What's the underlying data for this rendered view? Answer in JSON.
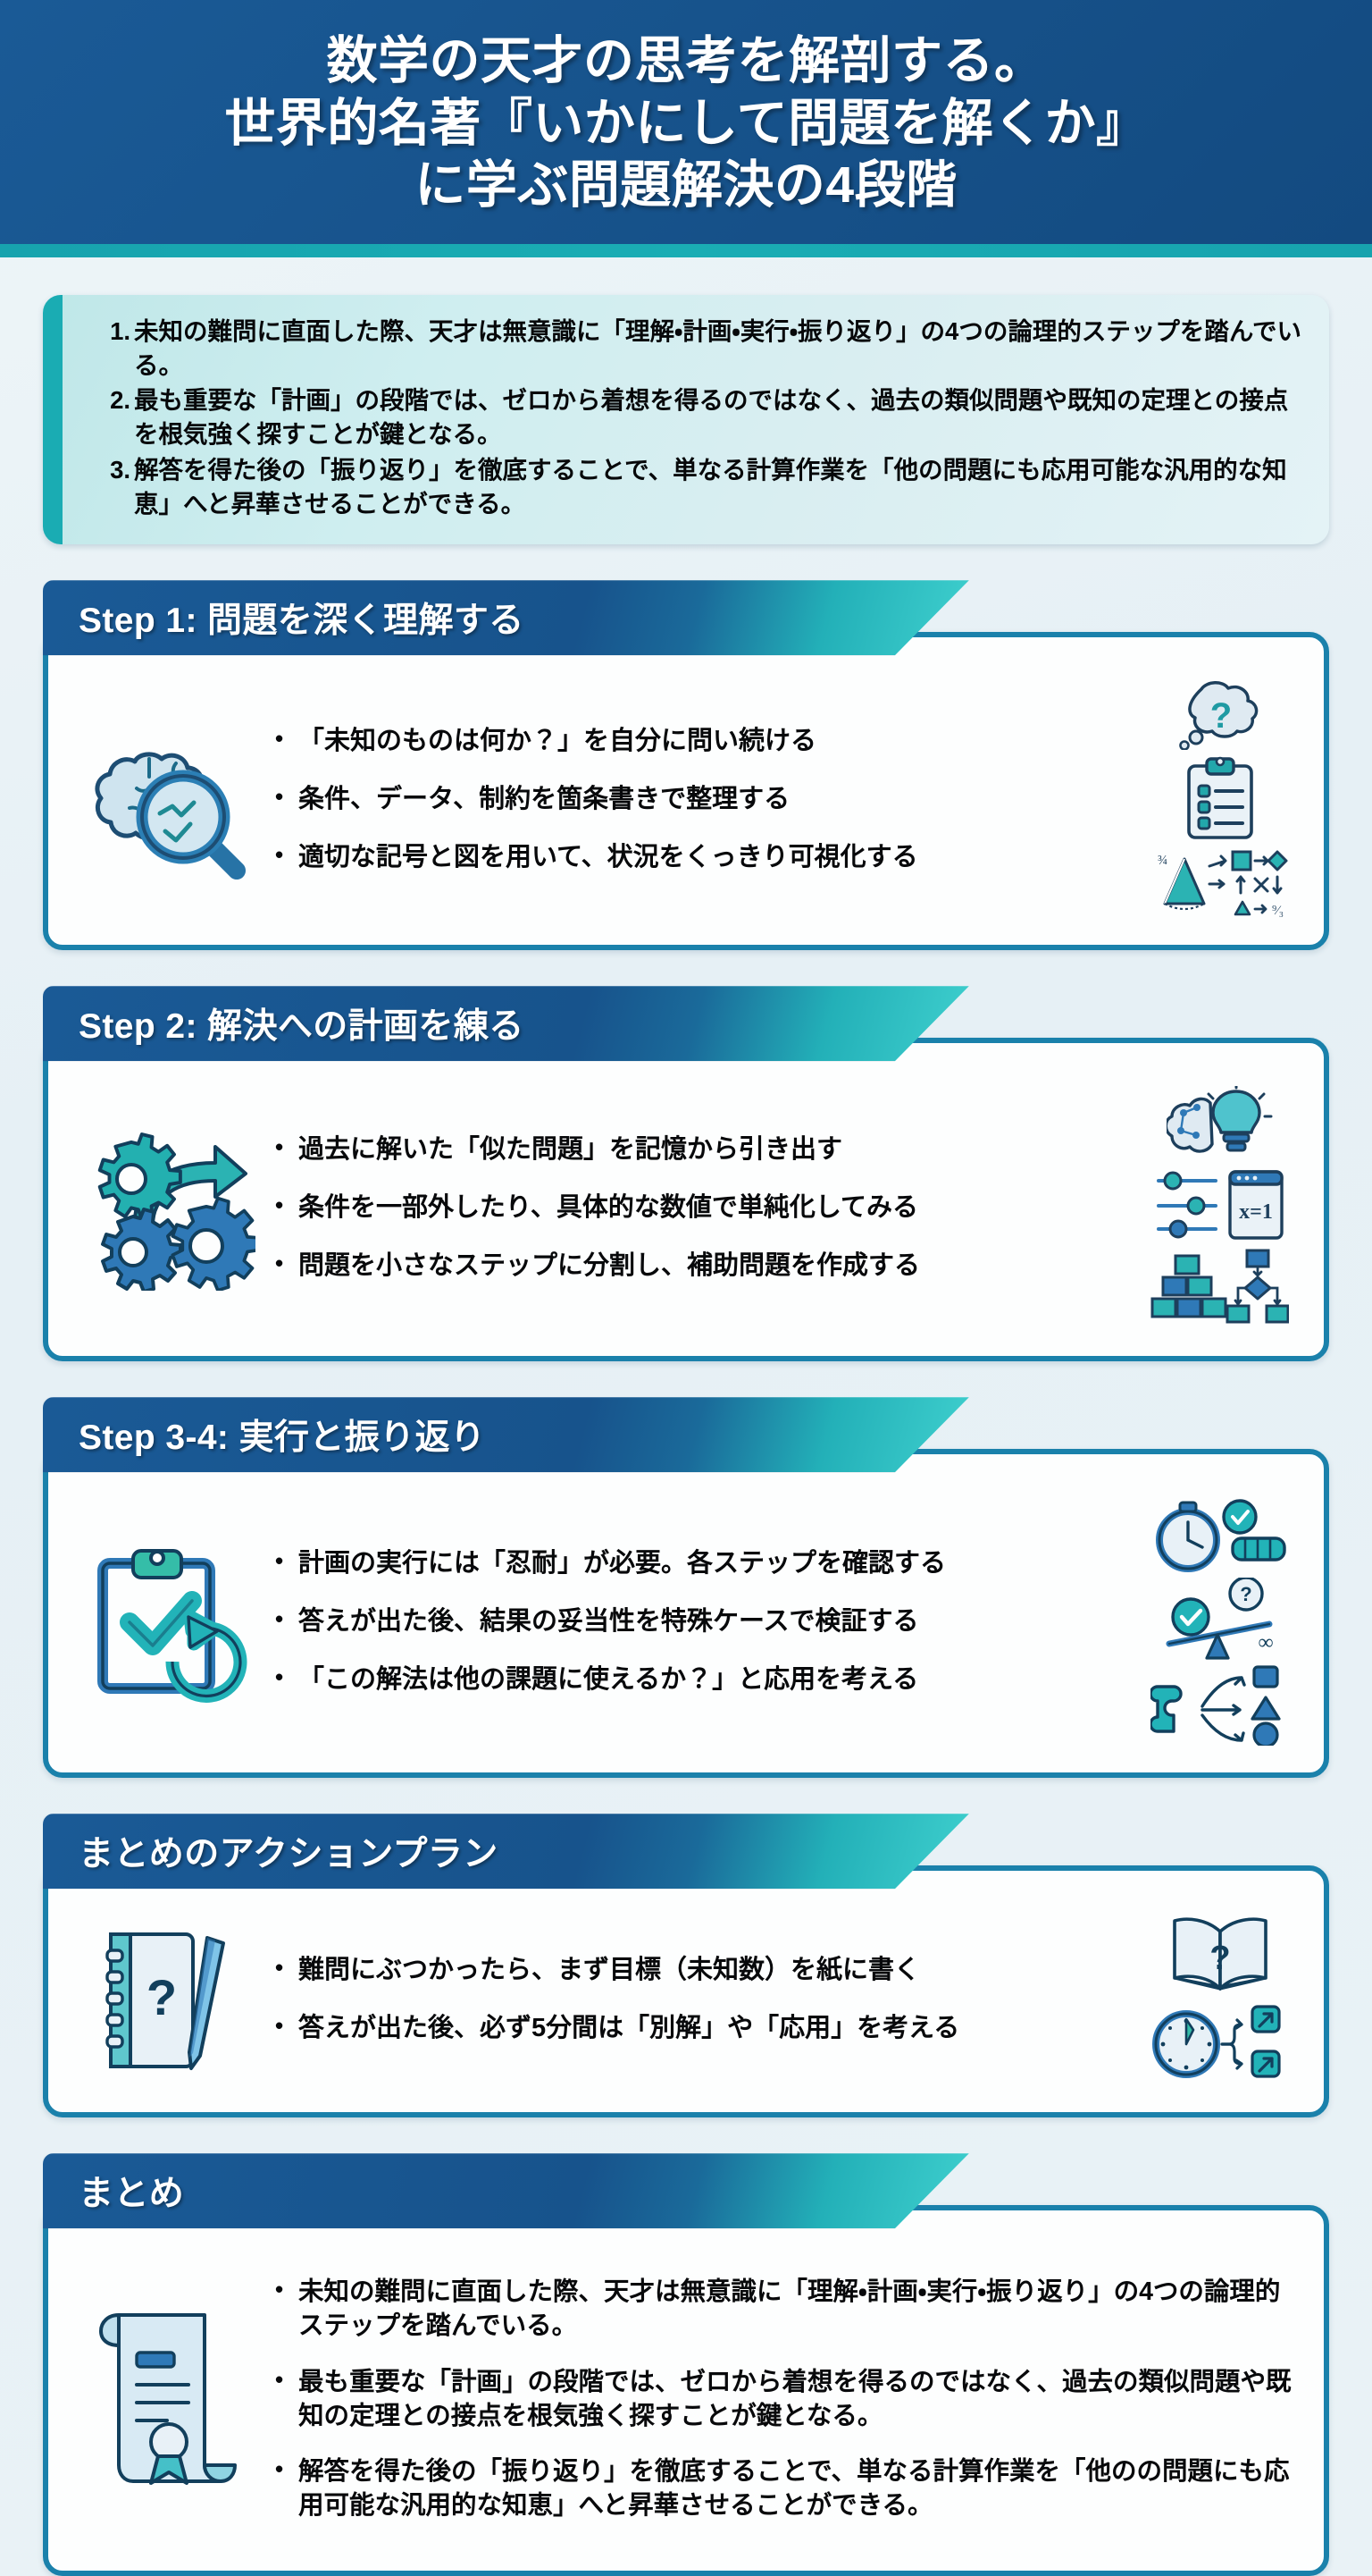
{
  "header": {
    "title": "数学の天才の思考を解剖する。\n世界的名著『いかにして問題を解くか』\nに学ぶ問題解決の4段階"
  },
  "colors": {
    "header_blue": "#17538c",
    "teal_accent": "#1aacb3",
    "card_border": "#1a81ab",
    "page_background": "#e9f2f6",
    "summary_box": "#cfeef0",
    "text": "#08090b"
  },
  "summary_top": {
    "items": [
      "未知の難問に直面した際、天才は無意識に「理解・計画・実行・振り返り」の4つの論理的ステップを踏んでいる。",
      "最も重要な「計画」の段階では、ゼロから着想を得るのではなく、過去の類似問題や既知の定理との接点を根気強く探すことが鍵となる。",
      "解答を得た後の「振り返り」を徹底することで、単なる計算作業を「他の問題にも応用可能な汎用的な知恵」へと昇華させることができる。"
    ]
  },
  "sections": [
    {
      "id": "step1",
      "banner": "Step 1: 問題を深く理解する",
      "left_icon": "brain-magnifier-icon",
      "right_icons": [
        "thought-bubble-question-icon",
        "clipboard-checklist-icon",
        "geometry-symbols-icon"
      ],
      "bullets": [
        "「未知のものは何か？」を自分に問い続ける",
        "条件、データ、制約を箇条書きで整理する",
        "適切な記号と図を用いて、状況をくっきり可視化する"
      ]
    },
    {
      "id": "step2",
      "banner": "Step 2: 解決への計画を練る",
      "left_icon": "gears-arrow-icon",
      "right_icons": [
        "brain-lightbulb-icon",
        "sliders-equation-icon",
        "blocks-flowchart-icon"
      ],
      "bullets": [
        "過去に解いた「似た問題」を記憶から引き出す",
        "条件を一部外したり、具体的な数値で単純化してみる",
        "問題を小さなステップに分割し、補助問題を作成する"
      ]
    },
    {
      "id": "step34",
      "banner": "Step 3-4: 実行と振り返り",
      "left_icon": "clipboard-check-refresh-icon",
      "right_icons": [
        "stopwatch-progress-icon",
        "balance-scale-icon",
        "puzzle-shapes-icon"
      ],
      "bullets": [
        "計画の実行には「忍耐」が必要。各ステップを確認する",
        "答えが出た後、結果の妥当性を特殊ケースで検証する",
        "「この解法は他の課題に使えるか？」と応用を考える"
      ]
    },
    {
      "id": "action-plan",
      "banner": "まとめのアクションプラン",
      "left_icon": "notebook-pen-icon",
      "right_icons": [
        "open-book-question-icon",
        "clock-branch-arrows-icon"
      ],
      "bullets": [
        "難問にぶつかったら、まず目標（未知数）を紙に書く",
        "答えが出た後、必ず5分間は「別解」や「応用」を考える"
      ]
    },
    {
      "id": "conclusion",
      "banner": "まとめ",
      "left_icon": "certificate-scroll-icon",
      "right_icons": [],
      "bullets": [
        "未知の難問に直面した際、天才は無意識に「理解・計画・実行・振り返り」の4つの論理的ステップを踏んでいる。",
        "最も重要な「計画」の段階では、ゼロから着想を得るのではなく、過去の類似問題や既知の定理との接点を根気強く探すことが鍵となる。",
        "解答を得た後の「振り返り」を徹底することで、単なる計算作業を「他のの問題にも応用可能な汎用的な知恵」へと昇華させることができる。"
      ]
    }
  ],
  "bullet_marker": "•"
}
